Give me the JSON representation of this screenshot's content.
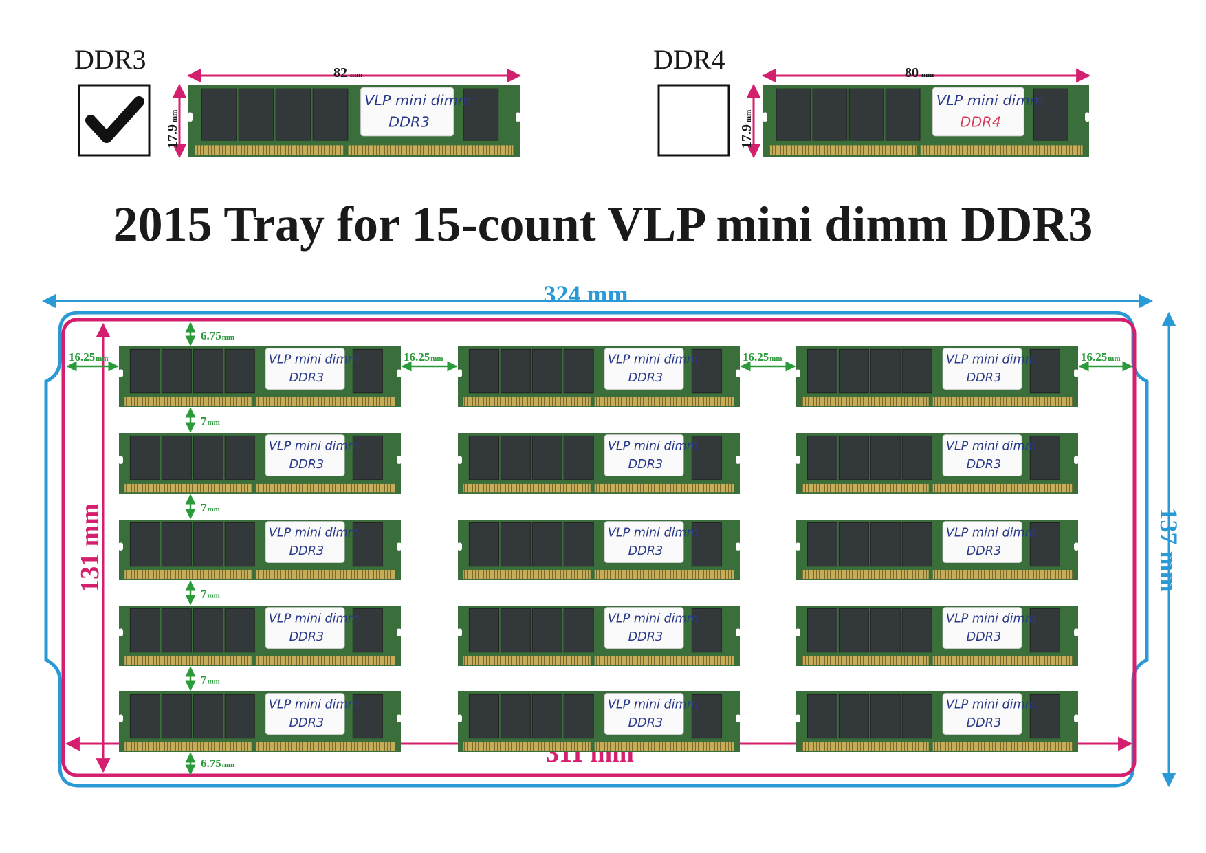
{
  "title": "2015 Tray for 15-count VLP mini dimm DDR3",
  "options": [
    {
      "label": "DDR3",
      "checked": true,
      "length": "82",
      "height": "17.9",
      "unit": "mm",
      "sticker_line1": "VLP mini dimm",
      "sticker_line2": "DDR3",
      "sticker_line2_color": "#2a3a8a"
    },
    {
      "label": "DDR4",
      "checked": false,
      "length": "80",
      "height": "17.9",
      "unit": "mm",
      "sticker_line1": "VLP mini dimm",
      "sticker_line2": "DDR4",
      "sticker_line2_color": "#d23c5a"
    }
  ],
  "tray": {
    "outer_width": "324  mm",
    "outer_height": "137 mm",
    "inner_width": "311 mm",
    "inner_height": "131 mm",
    "rows": 5,
    "columns": 3,
    "side_gap": "16.25",
    "top_gap": "6.75",
    "row_gap": "7",
    "bottom_gap": "6.75",
    "unit": "mm",
    "module_sticker_line1": "VLP mini dimm",
    "module_sticker_line2": "DDR3"
  },
  "colors": {
    "outer_outline": "#2a9ad6",
    "inner_outline": "#d41e6e",
    "spacing_arrows": "#2a9a3a",
    "pcb": "#3a6e3a",
    "chip": "#33393a",
    "gold": "#c6ad5a"
  }
}
